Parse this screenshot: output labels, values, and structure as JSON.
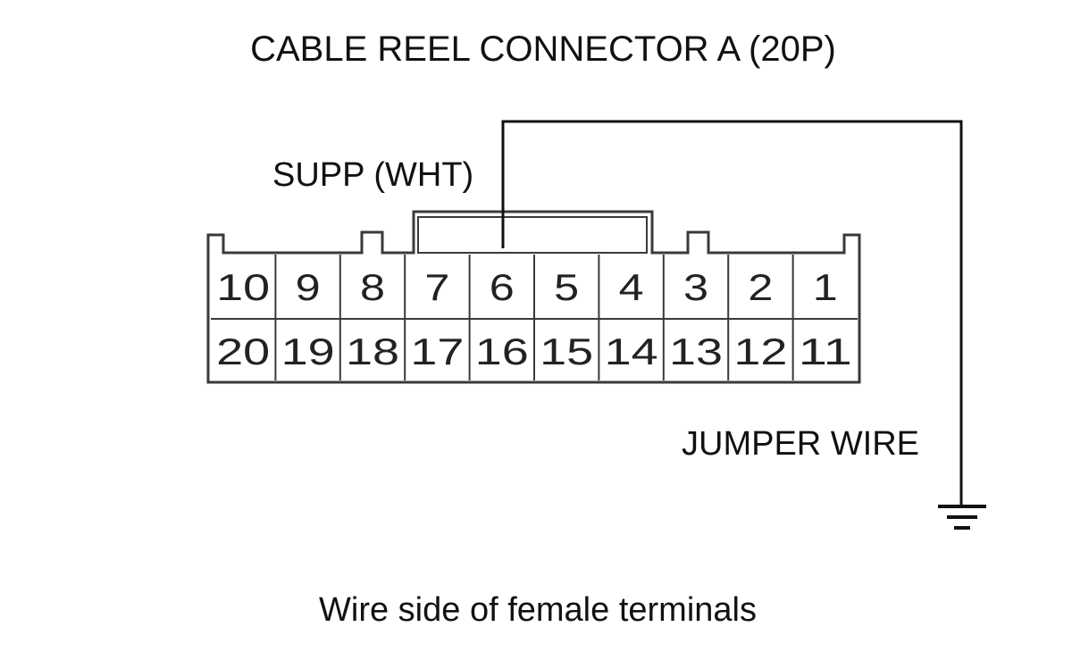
{
  "title": "CABLE REEL CONNECTOR A (20P)",
  "wire_label": "SUPP (WHT)",
  "jumper_label": "JUMPER WIRE",
  "caption": "Wire side of female terminals",
  "connector": {
    "top_row": [
      "10",
      "9",
      "8",
      "7",
      "6",
      "5",
      "4",
      "3",
      "2",
      "1"
    ],
    "bottom_row": [
      "20",
      "19",
      "18",
      "17",
      "16",
      "15",
      "14",
      "13",
      "12",
      "11"
    ]
  },
  "jumper_pin": "6",
  "ground_symbol": "ground-icon",
  "colors": {
    "line": "#111111",
    "connector": "#3a3a3a",
    "text": "#111111"
  }
}
